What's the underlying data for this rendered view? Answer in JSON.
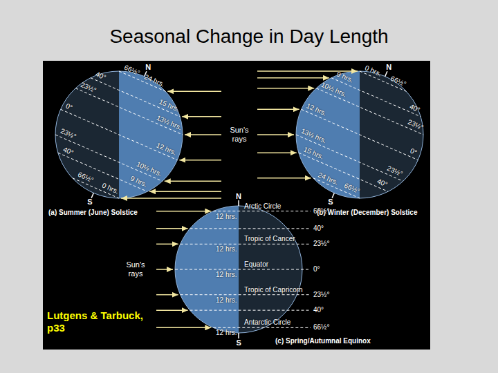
{
  "diagram": {
    "title": "Seasonal Change in Day Length",
    "labels": [
      "N",
      "S",
      "66½°",
      "40°",
      "23½°",
      "0°",
      "23½°",
      "40°",
      "66½°",
      "24 hrs.",
      "15 hrs.",
      "13½ hrs.",
      "12 hrs.",
      "10½ hrs.",
      "9 hrs.",
      "0 hrs.",
      "Sun's rays",
      "(a) Summer (June) Solstice",
      "N",
      "S",
      "66½°",
      "40°",
      "23½°",
      "0°",
      "23½°",
      "40°",
      "66½°",
      "0 hrs.",
      "9 hrs.",
      "10½ hrs.",
      "12 hrs.",
      "13½ hrs.",
      "15 hrs.",
      "24 hrs.",
      "(b) Winter (December) Solstice",
      "N",
      "S",
      "66½°",
      "40°",
      "23½°",
      "0°",
      "23½°",
      "40°",
      "66½°",
      "Arctic Circle",
      "Tropic of Cancer",
      "Equator",
      "Tropic of Capricorn",
      "Antarctic Circle",
      "12 hrs.",
      "12 hrs.",
      "12 hrs.",
      "12 hrs.",
      "12 hrs.",
      "Sun's rays",
      "(c) Spring/Autumnal Equinox",
      "Lutgens & Tarbuck, p33"
    ]
  }
}
